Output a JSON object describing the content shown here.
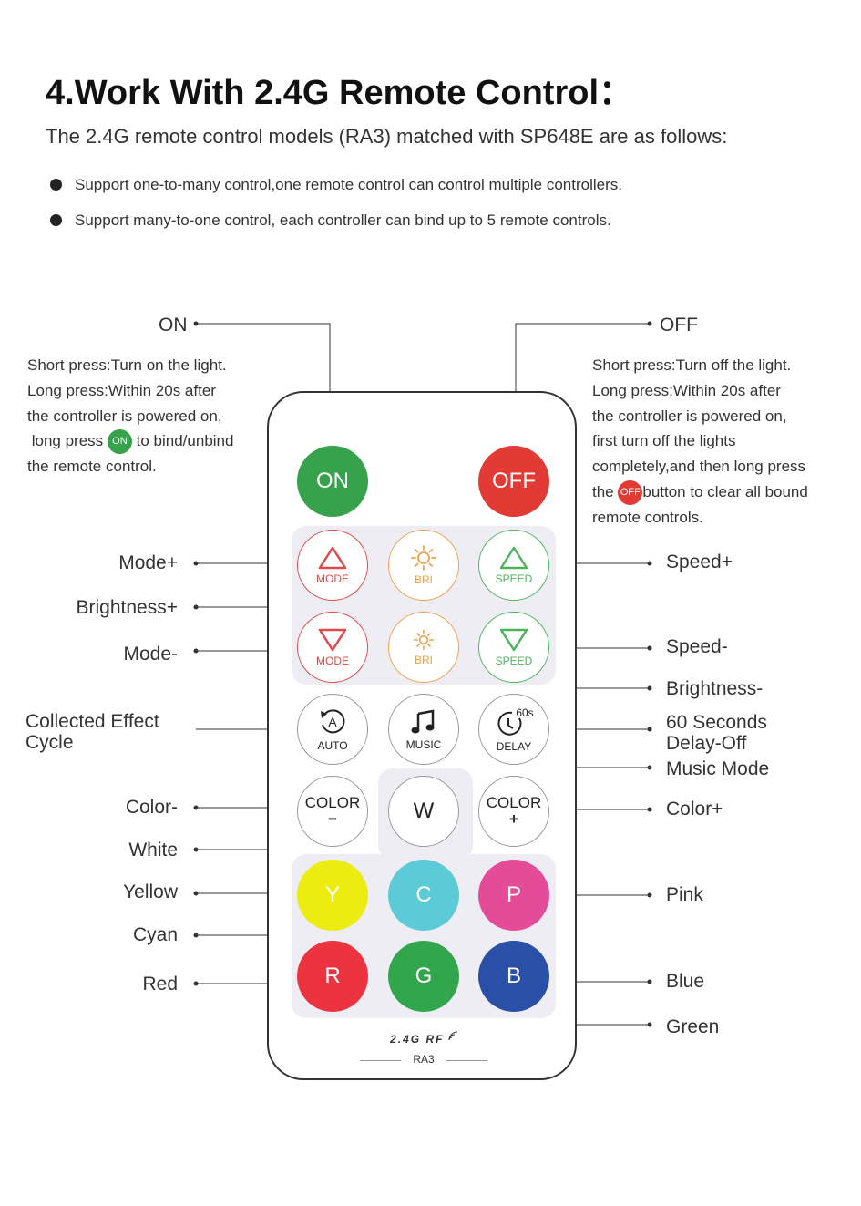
{
  "title": "4.Work With 2.4G Remote Control：",
  "subtitle": "The 2.4G  remote control models (RA3) matched with SP648E are as follows:",
  "bullets": [
    "Support one-to-many control,one remote control can control multiple controllers.",
    "Support many-to-one control, each controller can bind up to 5 remote controls."
  ],
  "on_desc": {
    "line1": "Short press:Turn on the light.",
    "line2": "Long press:Within 20s after",
    "line3": "the controller is powered on,",
    "line4a": "long press",
    "chip": "ON",
    "line4b": "to bind/unbind",
    "line5": "the remote control."
  },
  "off_desc": {
    "line1": "Short press:Turn off the light.",
    "line2": "Long press:Within 20s after",
    "line3": "the controller is powered on,",
    "line4": "first turn off the lights",
    "line5": "completely,and then long press",
    "line6a": "the",
    "chip": "OFF",
    "line6b": "button to clear all bound",
    "line7": "remote controls."
  },
  "labels_left": {
    "on": "ON",
    "mode_plus": "Mode+",
    "brightness_plus": "Brightness+",
    "mode_minus": "Mode-",
    "collected_1": "Collected Effect",
    "collected_2": "Cycle",
    "color_minus": "Color-",
    "white": "White",
    "yellow": "Yellow",
    "cyan": "Cyan",
    "red": "Red"
  },
  "labels_right": {
    "off": "OFF",
    "speed_plus": "Speed+",
    "speed_minus": "Speed-",
    "brightness_minus": "Brightness-",
    "delay_1": "60 Seconds",
    "delay_2": "Delay-Off",
    "music": "Music Mode",
    "color_plus": "Color+",
    "pink": "Pink",
    "blue": "Blue",
    "green": "Green"
  },
  "buttons": {
    "on": "ON",
    "off": "OFF",
    "mode": "MODE",
    "bri": "BRI",
    "speed": "SPEED",
    "auto": "AUTO",
    "auto_glyph": "A",
    "music": "MUSIC",
    "delay": "DELAY",
    "delay_glyph": "60s",
    "color": "COLOR",
    "color_minus_sign": "−",
    "color_plus_sign": "+",
    "white": "W",
    "yellow": "Y",
    "cyan": "C",
    "pink": "P",
    "red": "R",
    "green": "G",
    "blue": "B"
  },
  "brand": {
    "rf": "2.4G RF",
    "model": "RA3"
  },
  "colors": {
    "on_green": "#36a24b",
    "off_red": "#e23a35",
    "mode_red": "#e04a4a",
    "bri_orange": "#f0a050",
    "speed_green": "#4cb45c",
    "yellow": "#ecec10",
    "cyan": "#5ccbd8",
    "pink": "#e44c9a",
    "red": "#ee3340",
    "green": "#32a64c",
    "blue": "#2a4fa6",
    "panel": "#ededf3"
  }
}
